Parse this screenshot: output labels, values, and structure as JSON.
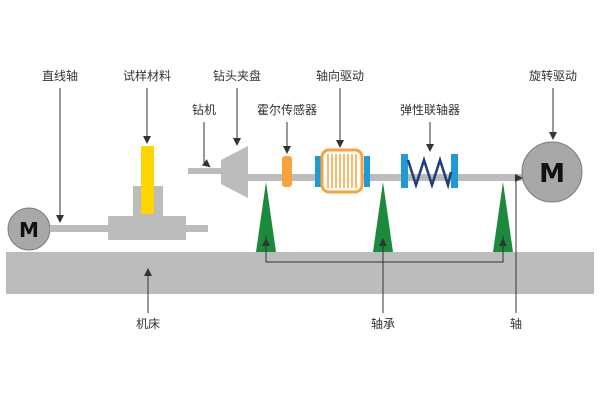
{
  "labels": {
    "linear_axis": "直线轴",
    "specimen": "试样材料",
    "chuck": "钻头夹盘",
    "axial_drive": "轴向驱动",
    "rotary_drive": "旋转驱动",
    "drill": "钻机",
    "hall_sensor": "霍尔传感器",
    "elastic_coupling": "弹性联轴器",
    "bed": "机床",
    "bearing": "轴承",
    "shaft": "轴"
  },
  "motor_glyph": "M",
  "colors": {
    "gray": "#bcbcbc",
    "dark_gray": "#707070",
    "motor_fill": "#a8a8a8",
    "yellow": "#ffd400",
    "orange": "#f7a23b",
    "blue": "#1e9bd7",
    "navy": "#1b3f73",
    "green": "#1b8a3c",
    "arrow": "#333333"
  }
}
